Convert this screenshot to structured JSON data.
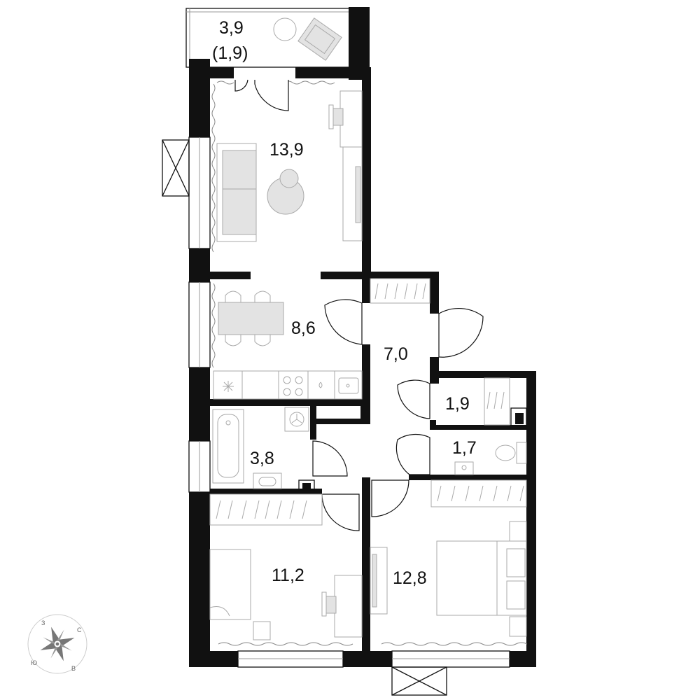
{
  "rooms": {
    "balcony_area": "3,9",
    "balcony_area_reduced": "(1,9)",
    "living": "13,9",
    "kitchen": "8,6",
    "hall": "7,0",
    "storage": "1,9",
    "wc": "1,7",
    "bathroom": "3,8",
    "bedroom_left": "11,2",
    "bedroom_right": "12,8"
  },
  "compass": {
    "north": "С",
    "south": "Ю",
    "west": "З",
    "east": "В"
  }
}
